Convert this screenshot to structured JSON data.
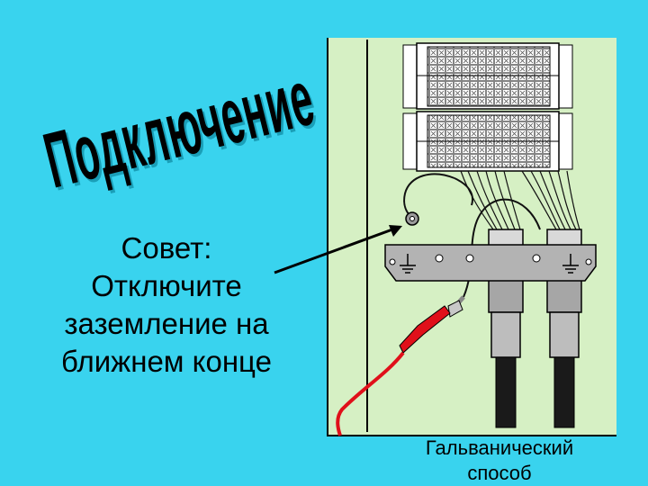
{
  "slide": {
    "title": "Подключение",
    "tip_lines": [
      "Совет:",
      "Отключите",
      "заземление на",
      "ближнем конце"
    ],
    "caption_lines": [
      "Гальванический",
      "способ"
    ]
  },
  "colors": {
    "background": "#39d3ee",
    "panel": "#d6f0c4",
    "bracket": "#b3b3b3",
    "clip": "#e0101a"
  },
  "icons": [
    "ground-icon",
    "ground-icon"
  ]
}
